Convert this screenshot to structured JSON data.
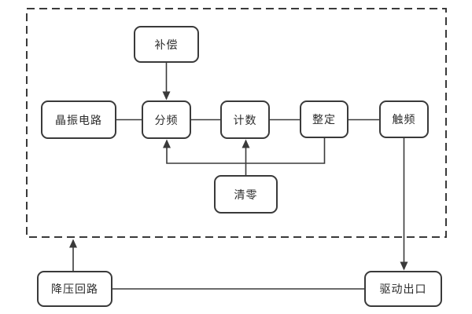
{
  "diagram": {
    "title": "timer-control-block-diagram",
    "colors": {
      "line": "#3a3a3a",
      "box_border": "#3a3a3a",
      "box_fill": "#ffffff",
      "text": "#2b2b2b",
      "background": "#ffffff"
    },
    "nodes": {
      "compensation": {
        "label": "补偿"
      },
      "crystal_circuit": {
        "label": "晶振电路"
      },
      "frequency_divider": {
        "label": "分频"
      },
      "counter": {
        "label": "计数"
      },
      "setting": {
        "label": "整定"
      },
      "trigger_frequency": {
        "label": "触频"
      },
      "clear": {
        "label": "清零"
      },
      "step_down_circuit": {
        "label": "降压回路"
      },
      "drive_outlet": {
        "label": "驱动出口"
      }
    },
    "edges": [
      {
        "from": "补偿",
        "to": "分频",
        "arrow": true
      },
      {
        "from": "晶振电路",
        "to": "分频",
        "arrow": false
      },
      {
        "from": "分频",
        "to": "计数",
        "arrow": false
      },
      {
        "from": "计数",
        "to": "整定",
        "arrow": false
      },
      {
        "from": "整定",
        "to": "触频",
        "arrow": false
      },
      {
        "from": "整定",
        "to": "底部汇流线",
        "arrow": false
      },
      {
        "from": "清零",
        "to": "计数",
        "arrow": true
      },
      {
        "from": "底部汇流线",
        "to": "分频",
        "arrow": true
      },
      {
        "from": "触频",
        "to": "驱动出口",
        "arrow": true
      },
      {
        "from": "降压回路",
        "to": "虚线框",
        "arrow": true
      },
      {
        "from": "降压回路",
        "to": "驱动出口",
        "arrow": false
      }
    ],
    "dashed_boundary": {
      "present": true
    }
  }
}
